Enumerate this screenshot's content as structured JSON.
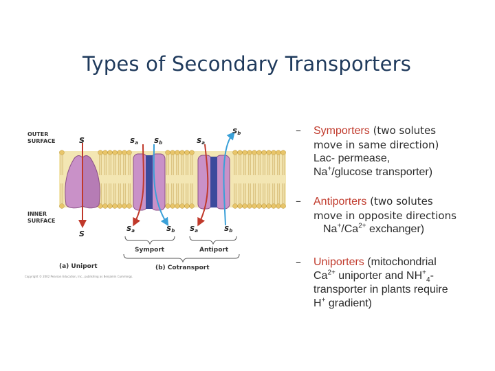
{
  "slide": {
    "title": "Types of Secondary Transporters"
  },
  "figure": {
    "outer_surface": [
      "OUTER",
      "SURFACE"
    ],
    "inner_surface": [
      "INNER",
      "SURFACE"
    ],
    "solute_s": "S",
    "solute_a": "Sa",
    "solute_b": "Sb",
    "label_symport": "Symport",
    "label_antiport": "Antiport",
    "label_uniport": "(a) Uniport",
    "label_cotransport": "(b) Cotransport",
    "copyright": "Copyright © 2002 Pearson Education, Inc., publishing as Benjamin Cummings.",
    "colors": {
      "protein": "#c991c8",
      "protein_edge": "#8a4f86",
      "channel": "#3b4a9c",
      "lipid_head": "#e8c56a",
      "arrow_red": "#c0392b",
      "arrow_blue": "#3aa0d8"
    }
  },
  "bullets": [
    {
      "dash": "–",
      "lines": [
        {
          "hl": "Symporters",
          "rest": " (two solutes"
        },
        {
          "text": "move in same direction)"
        },
        {
          "text": "Lac- permease,"
        },
        {
          "pre": "Na",
          "sup": "+",
          "post": "/glucose transporter)"
        }
      ]
    },
    {
      "dash": "–",
      "lines": [
        {
          "hl": "Antiporters",
          "rest": " (two solutes"
        },
        {
          "text": "move in opposite directions"
        },
        {
          "pre": "Na",
          "sup": "+",
          "mid": "/Ca",
          "sup2": "2+",
          "post": " exchanger)"
        }
      ]
    },
    {
      "dash": "–",
      "lines": [
        {
          "hl": "Uniporters",
          "rest": " (mitochondrial"
        },
        {
          "pre": "Ca",
          "sup": "2+",
          "mid": " uniporter and NH",
          "sup2": "+",
          "sub": "4",
          "post": "-"
        },
        {
          "text": "transporter in plants require"
        },
        {
          "pre": "H",
          "sup": "+",
          "post": " gradient)"
        }
      ]
    }
  ]
}
